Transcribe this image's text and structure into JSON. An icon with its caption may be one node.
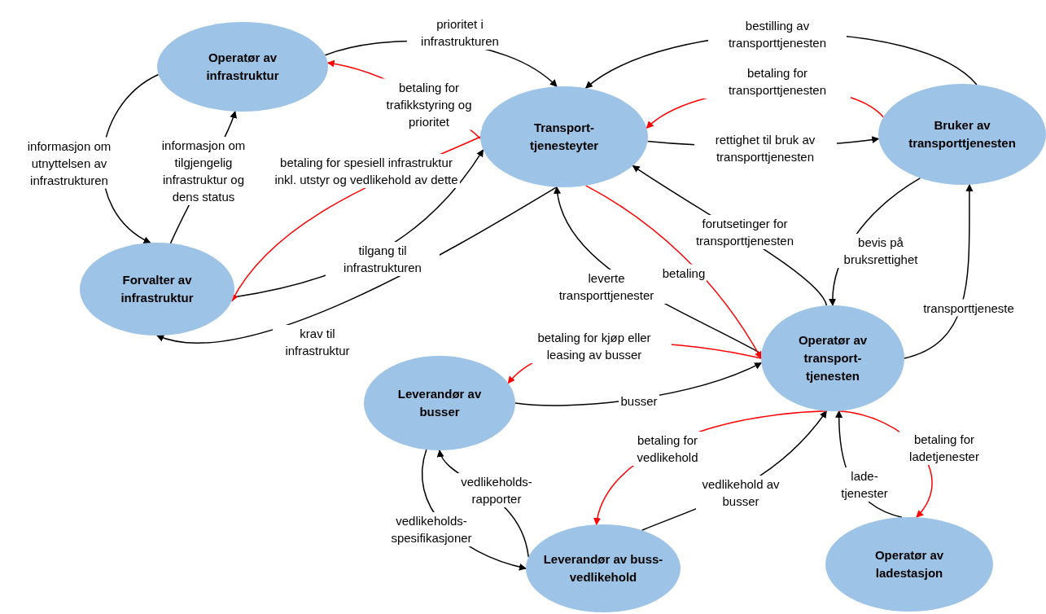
{
  "diagram": {
    "nodes": [
      {
        "text": [
          "Operatør av infrastruktur"
        ]
      },
      {
        "text": [
          "Transport-tjenesteyter"
        ]
      },
      {
        "text": [
          "Bruker av transporttjenesten"
        ]
      },
      {
        "text": [
          "Forvalter av infrastruktur"
        ]
      },
      {
        "text": [
          "Operatør av transport-tjenesten"
        ]
      },
      {
        "text": [
          "Leverandør av busser"
        ]
      },
      {
        "text": [
          "Leverandør av buss-vedlikehold"
        ]
      },
      {
        "text": [
          "Operatør av ladestasjon"
        ]
      }
    ],
    "edges": [
      {
        "from": 0,
        "to": 3,
        "arrow": "to",
        "label": "informasjon om utnyttelsen av infrastrukturen"
      },
      {
        "from": 3,
        "to": 0,
        "arrow": "to",
        "label": "informasjon om tilgjengelig infrastruktur og dens status"
      },
      {
        "from": 0,
        "to": 1,
        "arrow": "to",
        "label": "prioritet i infrastrukturen"
      },
      {
        "from": 1,
        "to": 0,
        "arrow": "to",
        "label": "betaling for trafikkstyring og prioritet",
        "color": "#ff0000"
      },
      {
        "from": 3,
        "to": 1,
        "arrow": "to",
        "label": "tilgang til infrastrukturen"
      },
      {
        "from": 1,
        "to": 3,
        "arrow": "to",
        "label": "betaling for spesiell infrastruktur inkl. utstyr og vedlikehold av dette",
        "color": "#ff0000"
      },
      {
        "from": 1,
        "to": 3,
        "arrow": "to",
        "label": "krav til infrastruktur"
      },
      {
        "from": 2,
        "to": 1,
        "arrow": "to",
        "label": "bestilling av transporttjenesten"
      },
      {
        "from": 2,
        "to": 1,
        "arrow": "to",
        "label": "betaling for transporttjenesten",
        "color": "#ff0000"
      },
      {
        "from": 1,
        "to": 2,
        "arrow": "to",
        "label": "rettighet til bruk av transporttjenesten"
      },
      {
        "from": 4,
        "to": 1,
        "arrow": "to",
        "label": "forutsetinger for transporttjenesten"
      },
      {
        "from": 4,
        "to": 1,
        "arrow": "to",
        "label": "leverte transporttjenester"
      },
      {
        "from": 1,
        "to": 4,
        "arrow": "to",
        "label": "betaling",
        "color": "#ff0000"
      },
      {
        "from": 2,
        "to": 4,
        "arrow": "to",
        "label": "bevis på bruksrettighet"
      },
      {
        "from": 4,
        "to": 2,
        "arrow": "to",
        "label": "transporttjeneste"
      },
      {
        "from": 5,
        "to": 4,
        "arrow": "to",
        "label": "busser"
      },
      {
        "from": 4,
        "to": 5,
        "arrow": "to",
        "label": "betaling for kjøp eller leasing av busser",
        "color": "#ff0000"
      },
      {
        "from": 6,
        "to": 4,
        "arrow": "to",
        "label": "vedlikehold av busser"
      },
      {
        "from": 4,
        "to": 6,
        "arrow": "to",
        "label": "betaling for vedlikehold",
        "color": "#ff0000"
      },
      {
        "from": 7,
        "to": 4,
        "arrow": "to",
        "label": "lade-tjenester"
      },
      {
        "from": 4,
        "to": 7,
        "arrow": "to",
        "label": "betaling for ladetjenester",
        "color": "#ff0000"
      },
      {
        "from": 5,
        "to": 6,
        "arrow": "to",
        "label": "vedlikeholds-spesifikasjoner"
      },
      {
        "from": 6,
        "to": 5,
        "arrow": "to",
        "label": "vedlikeholds-rapporter"
      }
    ]
  }
}
